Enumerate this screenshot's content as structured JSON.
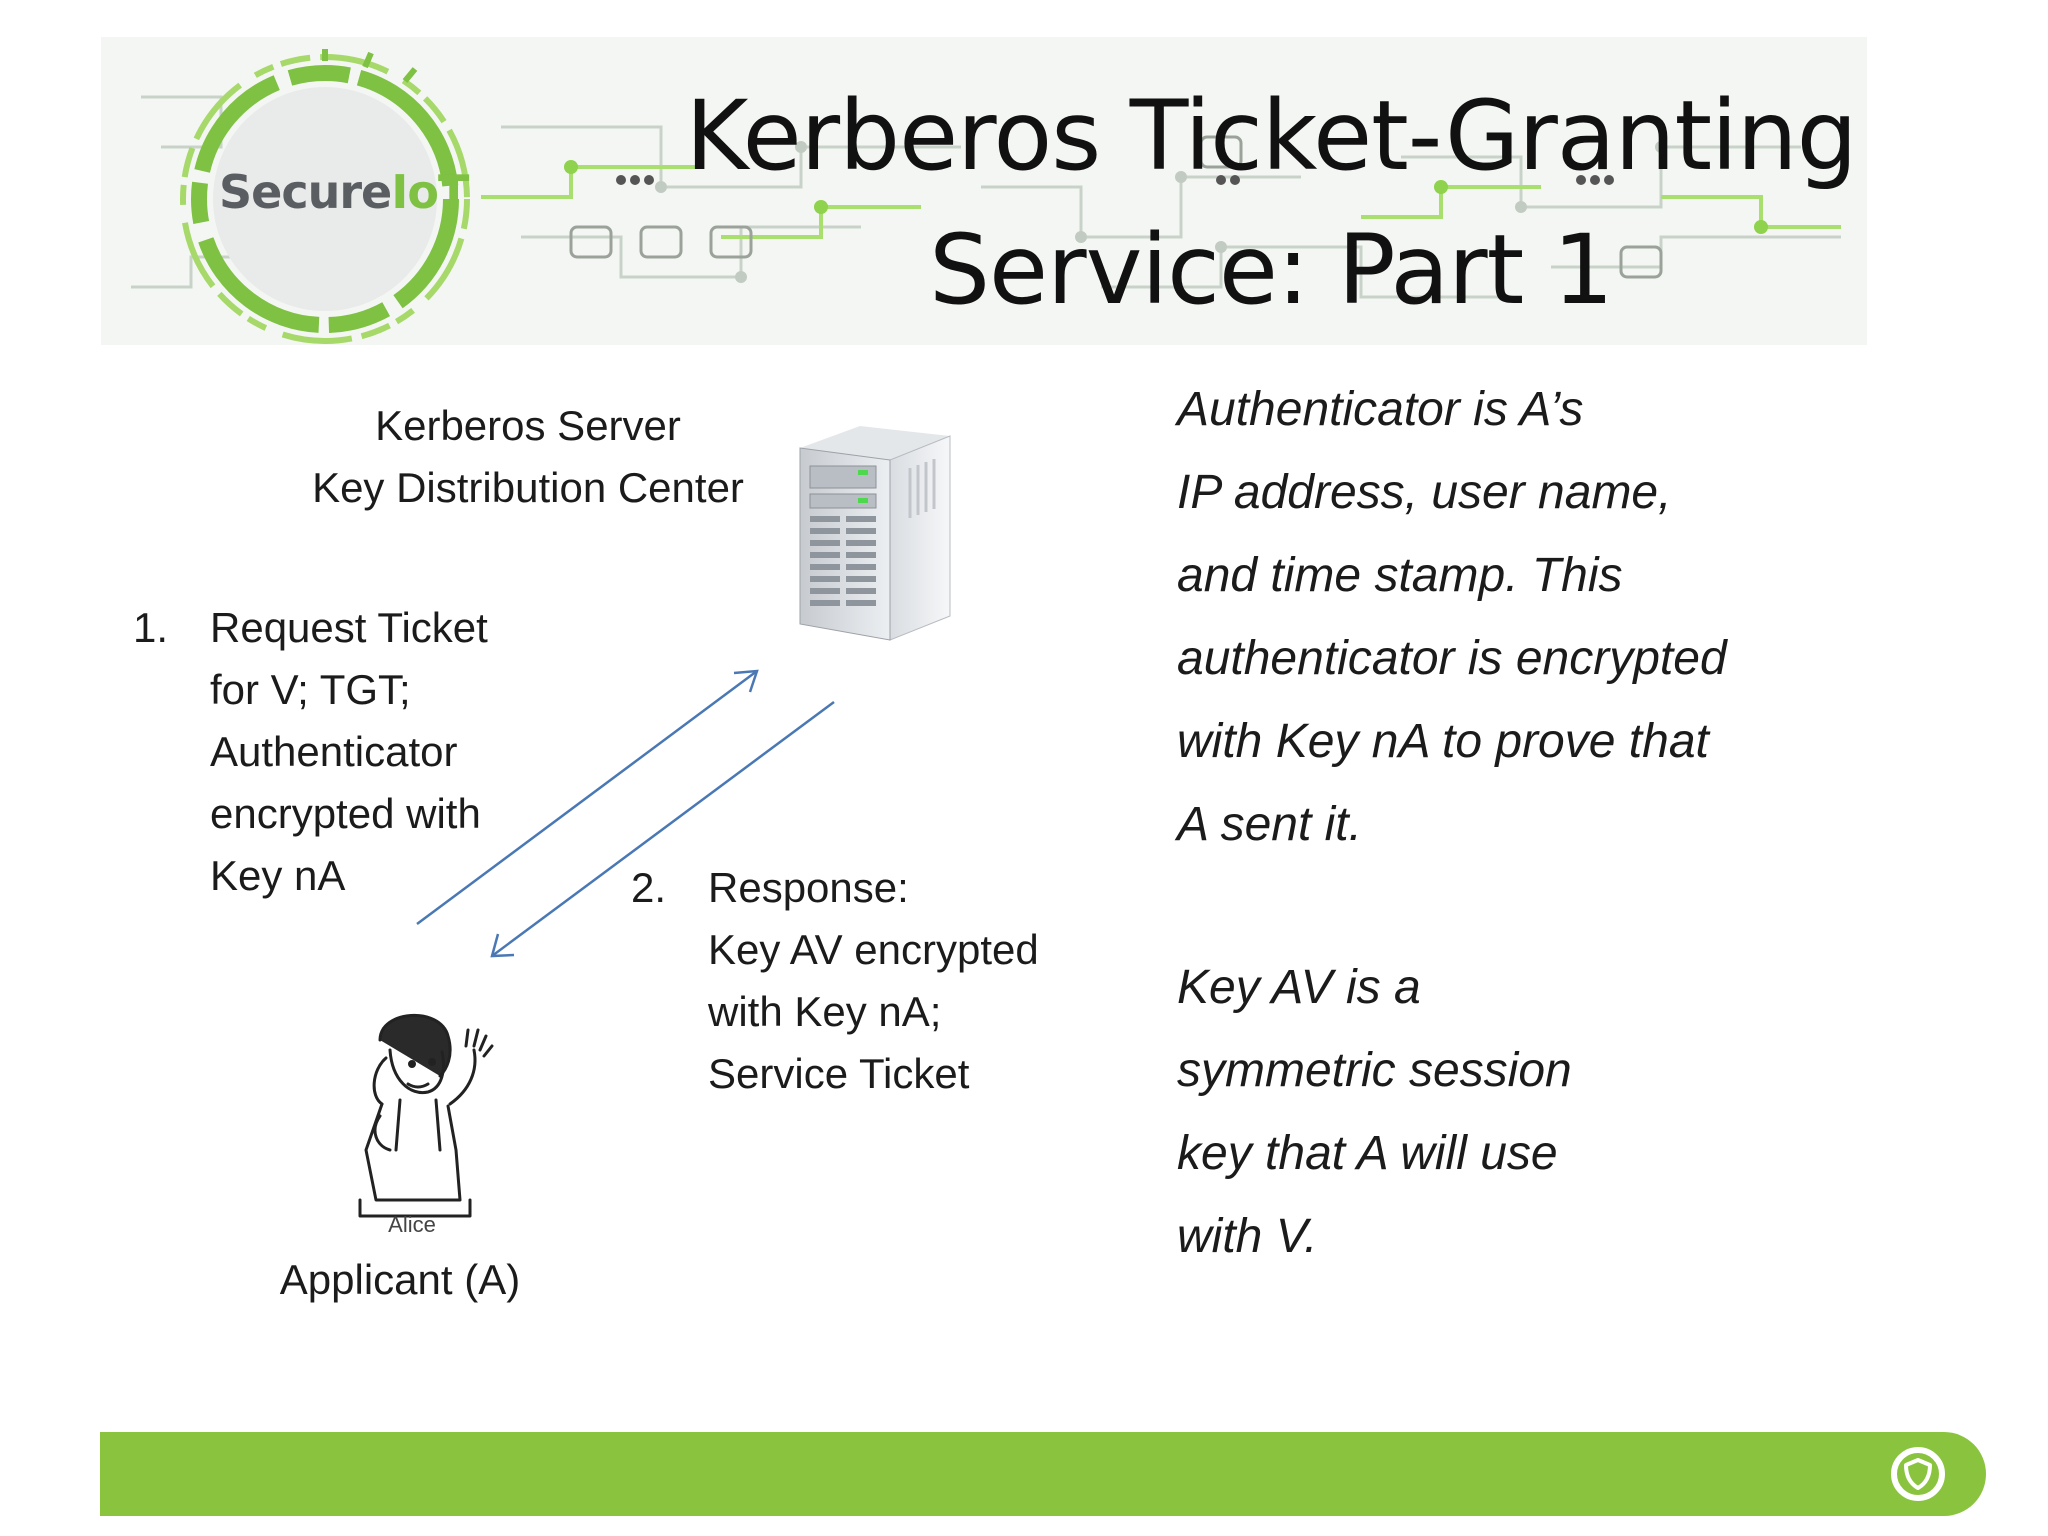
{
  "banner": {
    "logo_text_main": "Secure",
    "logo_text_accent": "IoT",
    "title_line1": "Kerberos Ticket-Granting",
    "title_line2": "Service: Part 1"
  },
  "diagram": {
    "kdc_line1": "Kerberos Server",
    "kdc_line2": "Key Distribution Center",
    "step1": {
      "number": "1.",
      "lines": [
        "Request Ticket",
        "for V; TGT;",
        "Authenticator",
        "encrypted with",
        "Key nA"
      ]
    },
    "step2": {
      "number": "2.",
      "lines": [
        "Response:",
        "Key AV encrypted",
        "with Key nA;",
        "Service Ticket"
      ]
    },
    "alice_caption": "Alice",
    "applicant_label": "Applicant (A)",
    "server_icon": "server-tower-icon",
    "arrow_color": "#4a78b5"
  },
  "notes": {
    "note1": [
      "Authenticator is A’s",
      "IP address, user name,",
      "and time stamp. This",
      "authenticator is encrypted",
      "with Key nA to prove that",
      "A sent it."
    ],
    "note2": [
      "Key AV is a",
      "symmetric session",
      "key that A will use",
      "with V."
    ]
  },
  "theme": {
    "accent_green": "#8ac43f",
    "logo_grey": "#5a5e62"
  },
  "footer": {
    "icon": "shield-icon"
  }
}
